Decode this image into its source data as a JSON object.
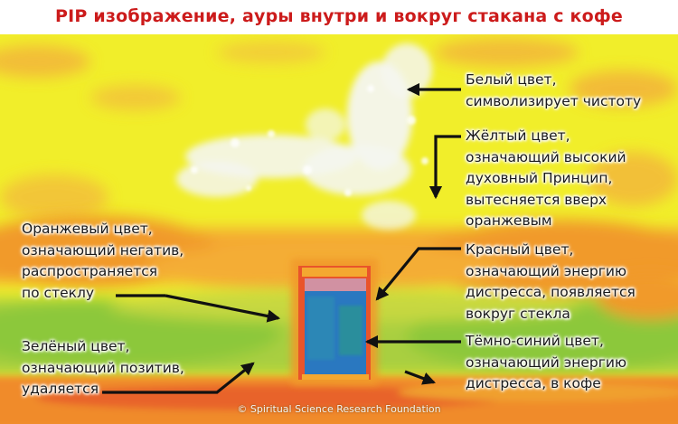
{
  "title": "PIP изображение, ауры внутри и вокруг стакана с кофе",
  "labels": {
    "white": [
      "Белый цвет,",
      "символизирует чистоту"
    ],
    "yellow": [
      "Жёлтый цвет,",
      "означающий высокий",
      "духовный Принцип,",
      "вытесняется вверх",
      "оранжевым"
    ],
    "orange": [
      "Оранжевый цвет,",
      "означающий негатив,",
      "распространяется",
      "по стеклу"
    ],
    "red": [
      "Красный цвет,",
      "означающий энергию",
      "дистресса, появляется",
      "вокруг стекла"
    ],
    "green": [
      "Зелёный цвет,",
      "означающий позитив,",
      "удаляется"
    ],
    "blue": [
      "Тёмно-синий цвет,",
      "означающий энергию",
      "дистресса, в кофе"
    ]
  },
  "copyright": "© Spiritual Science Research Foundation",
  "colors": {
    "title": "#cc1b1b",
    "yellow": "#f1ee2a",
    "orange": "#f19a2a",
    "red": "#e8502a",
    "green": "#8cc83a",
    "blue": "#2a78c0",
    "white": "#f4f6f0"
  }
}
